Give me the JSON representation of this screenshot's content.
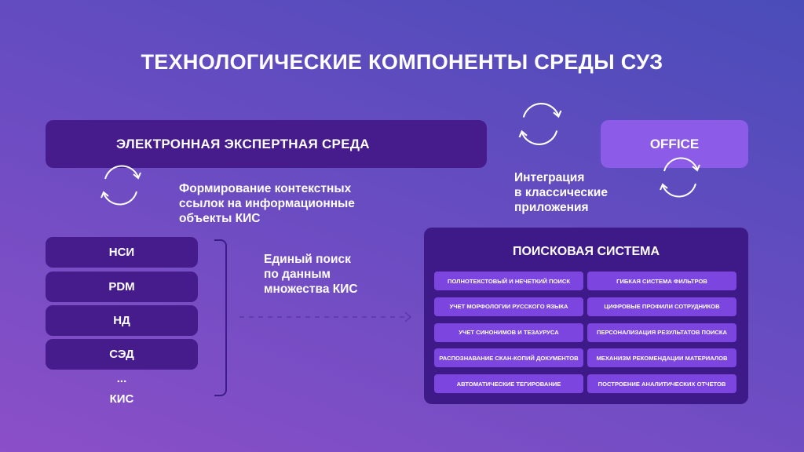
{
  "title": "ТЕХНОЛОГИЧЕСКИЕ КОМПОНЕНТЫ СРЕДЫ СУЗ",
  "expert_env": "ЭЛЕКТРОННАЯ ЭКСПЕРТНАЯ СРЕДА",
  "office": "OFFICE",
  "links_text": [
    "Формирование контекстных",
    "ссылок на информационные",
    "объекты КИС"
  ],
  "integration_text": [
    "Интеграция",
    "в классические",
    "приложения"
  ],
  "search_text": [
    "Единый поиск",
    "по данным",
    "множества КИС"
  ],
  "systems": [
    "НСИ",
    "PDM",
    "НД",
    "СЭД"
  ],
  "ellipsis": "...",
  "kis": "КИС",
  "search_panel": {
    "title": "ПОИСКОВАЯ СИСТЕМА",
    "features": [
      "ПОЛНОТЕКСТОВЫЙ И НЕЧЕТКИЙ ПОИСК",
      "ГИБКАЯ СИСТЕМА ФИЛЬТРОВ",
      "УЧЕТ МОРФОЛОГИИ РУССКОГО ЯЗЫКА",
      "ЦИФРОВЫЕ ПРОФИЛИ СОТРУДНИКОВ",
      "УЧЕТ СИНОНИМОВ И ТЕЗАУРУСА",
      "ПЕРСОНАЛИЗАЦИЯ РЕЗУЛЬТАТОВ ПОИСКА",
      "РАСПОЗНАВАНИЕ СКАН-КОПИЙ ДОКУМЕНТОВ",
      "МЕХАНИЗМ РЕКОМЕНДАЦИИ МАТЕРИАЛОВ",
      "АВТОМАТИЧЕСКИЕ ТЕГИРОВАНИЕ",
      "ПОСТРОЕНИЕ АНАЛИТИЧЕСКИХ ОТЧЕТОВ"
    ]
  }
}
